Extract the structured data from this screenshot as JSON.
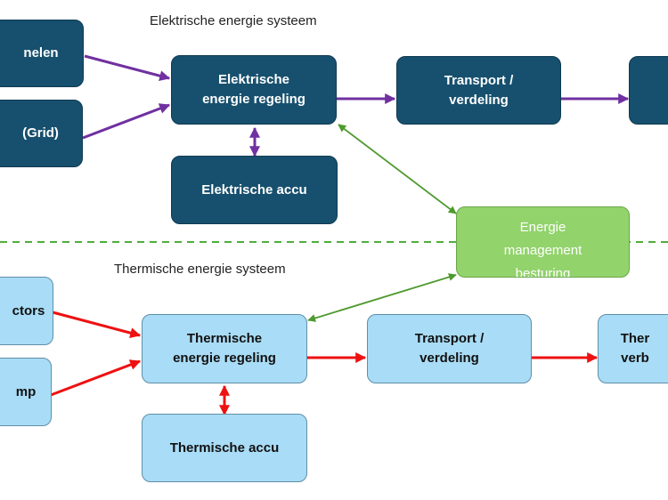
{
  "sections": {
    "electric_title": "Elektrische energie systeem",
    "thermal_title": "Thermische energie systeem"
  },
  "electric": {
    "source_panels": "nelen",
    "source_grid": "(Grid)",
    "regulation": "Elektrische\nenergie regeling",
    "battery": "Elektrische accu",
    "transport": "Transport /\nverdeling",
    "consumer": ""
  },
  "thermal": {
    "source_collectors": "ctors",
    "source_heatpump": "mp",
    "regulation": "Thermische\nenergie regeling",
    "storage": "Thermische accu",
    "transport": "Transport /\nverdeling",
    "consumer": "Ther\nverb"
  },
  "management": {
    "label": "Energie\nmanagement\nbesturing"
  },
  "colors": {
    "electric_box": "#17506e",
    "thermal_box": "#a9dcf6",
    "management_box": "#92d36c",
    "electric_arrow": "#7030a0",
    "thermal_arrow": "#ee1111",
    "control_arrow": "#4e9a2e",
    "divider": "#4fae3c"
  }
}
